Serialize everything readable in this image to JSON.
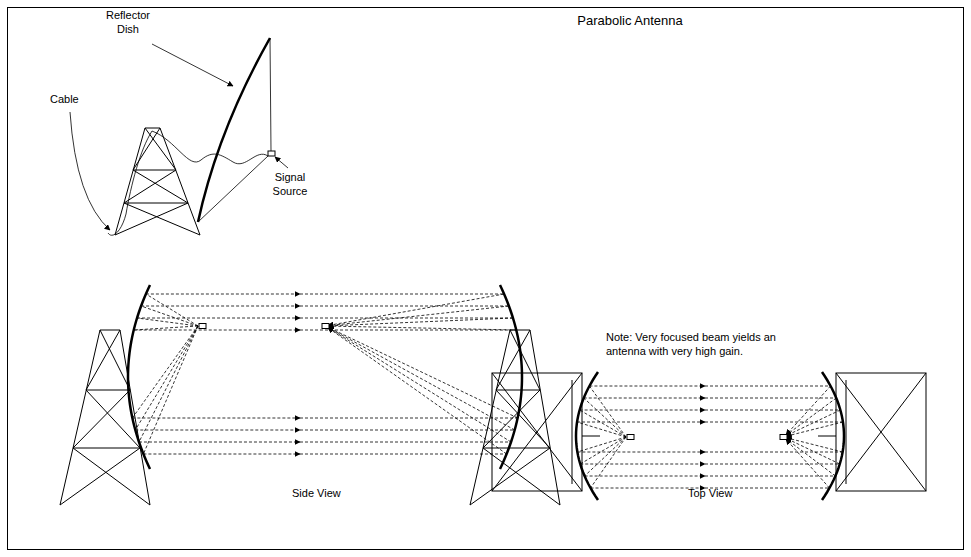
{
  "diagram": {
    "title": "Parabolic Antenna",
    "labels": [
      "Reflector Dish",
      "Cable",
      "Signal Source",
      "Note: Very focused beam yields an antenna with very high gain.",
      "Side View",
      "Top View"
    ]
  }
}
